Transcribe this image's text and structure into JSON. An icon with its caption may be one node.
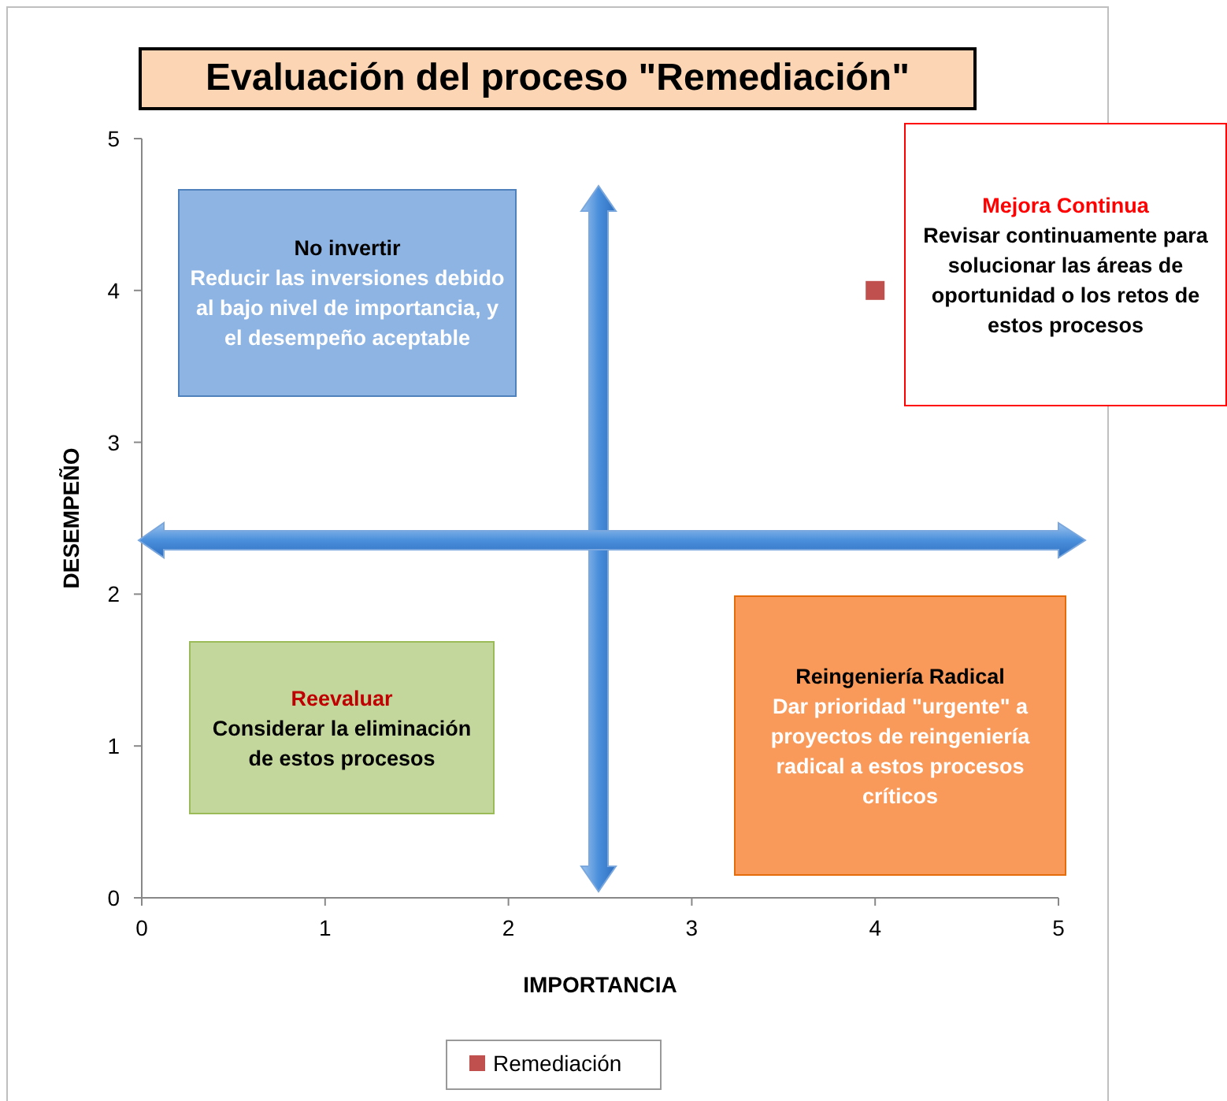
{
  "diagram": {
    "title": "Evaluación del proceso \"Remediación\"",
    "nodes": [
      {
        "text": [
          "No invertir",
          "Reducir las inversiones debido al bajo nivel de importancia, y el desempeño aceptable"
        ]
      },
      {
        "text": [
          "Mejora Continua",
          "Revisar continuamente para solucionar las áreas de oportunidad o los retos de estos procesos"
        ]
      },
      {
        "text": [
          "Reevaluar",
          "Considerar la eliminación de estos procesos"
        ]
      },
      {
        "text": [
          "Reingeniería Radical",
          "Dar prioridad \"urgente\" a proyectos de reingeniería radical a estos procesos críticos"
        ]
      }
    ],
    "edges": [],
    "chart_data": {
      "type": "scatter",
      "xlabel": "IMPORTANCIA",
      "ylabel": "DESEMPEÑO",
      "x": [
        4
      ],
      "series": [
        {
          "name": "Remediación",
          "color": "#c0504d",
          "values": [
            4
          ]
        }
      ],
      "xlim": [
        0,
        5
      ],
      "ylim": [
        0,
        5
      ],
      "xticks": [
        0,
        1,
        2,
        3,
        4,
        5
      ],
      "yticks": [
        0,
        1,
        2,
        3,
        4,
        5
      ]
    }
  }
}
